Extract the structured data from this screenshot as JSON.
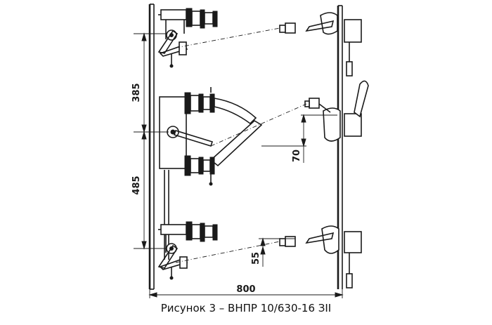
{
  "caption": "Рисунок 3 – ВНПР 10/630-16 ЗII",
  "dimensions": {
    "top_spacing": "385",
    "bottom_spacing": "485",
    "offset_mid": "70",
    "offset_bottom": "55",
    "total_width": "800"
  }
}
